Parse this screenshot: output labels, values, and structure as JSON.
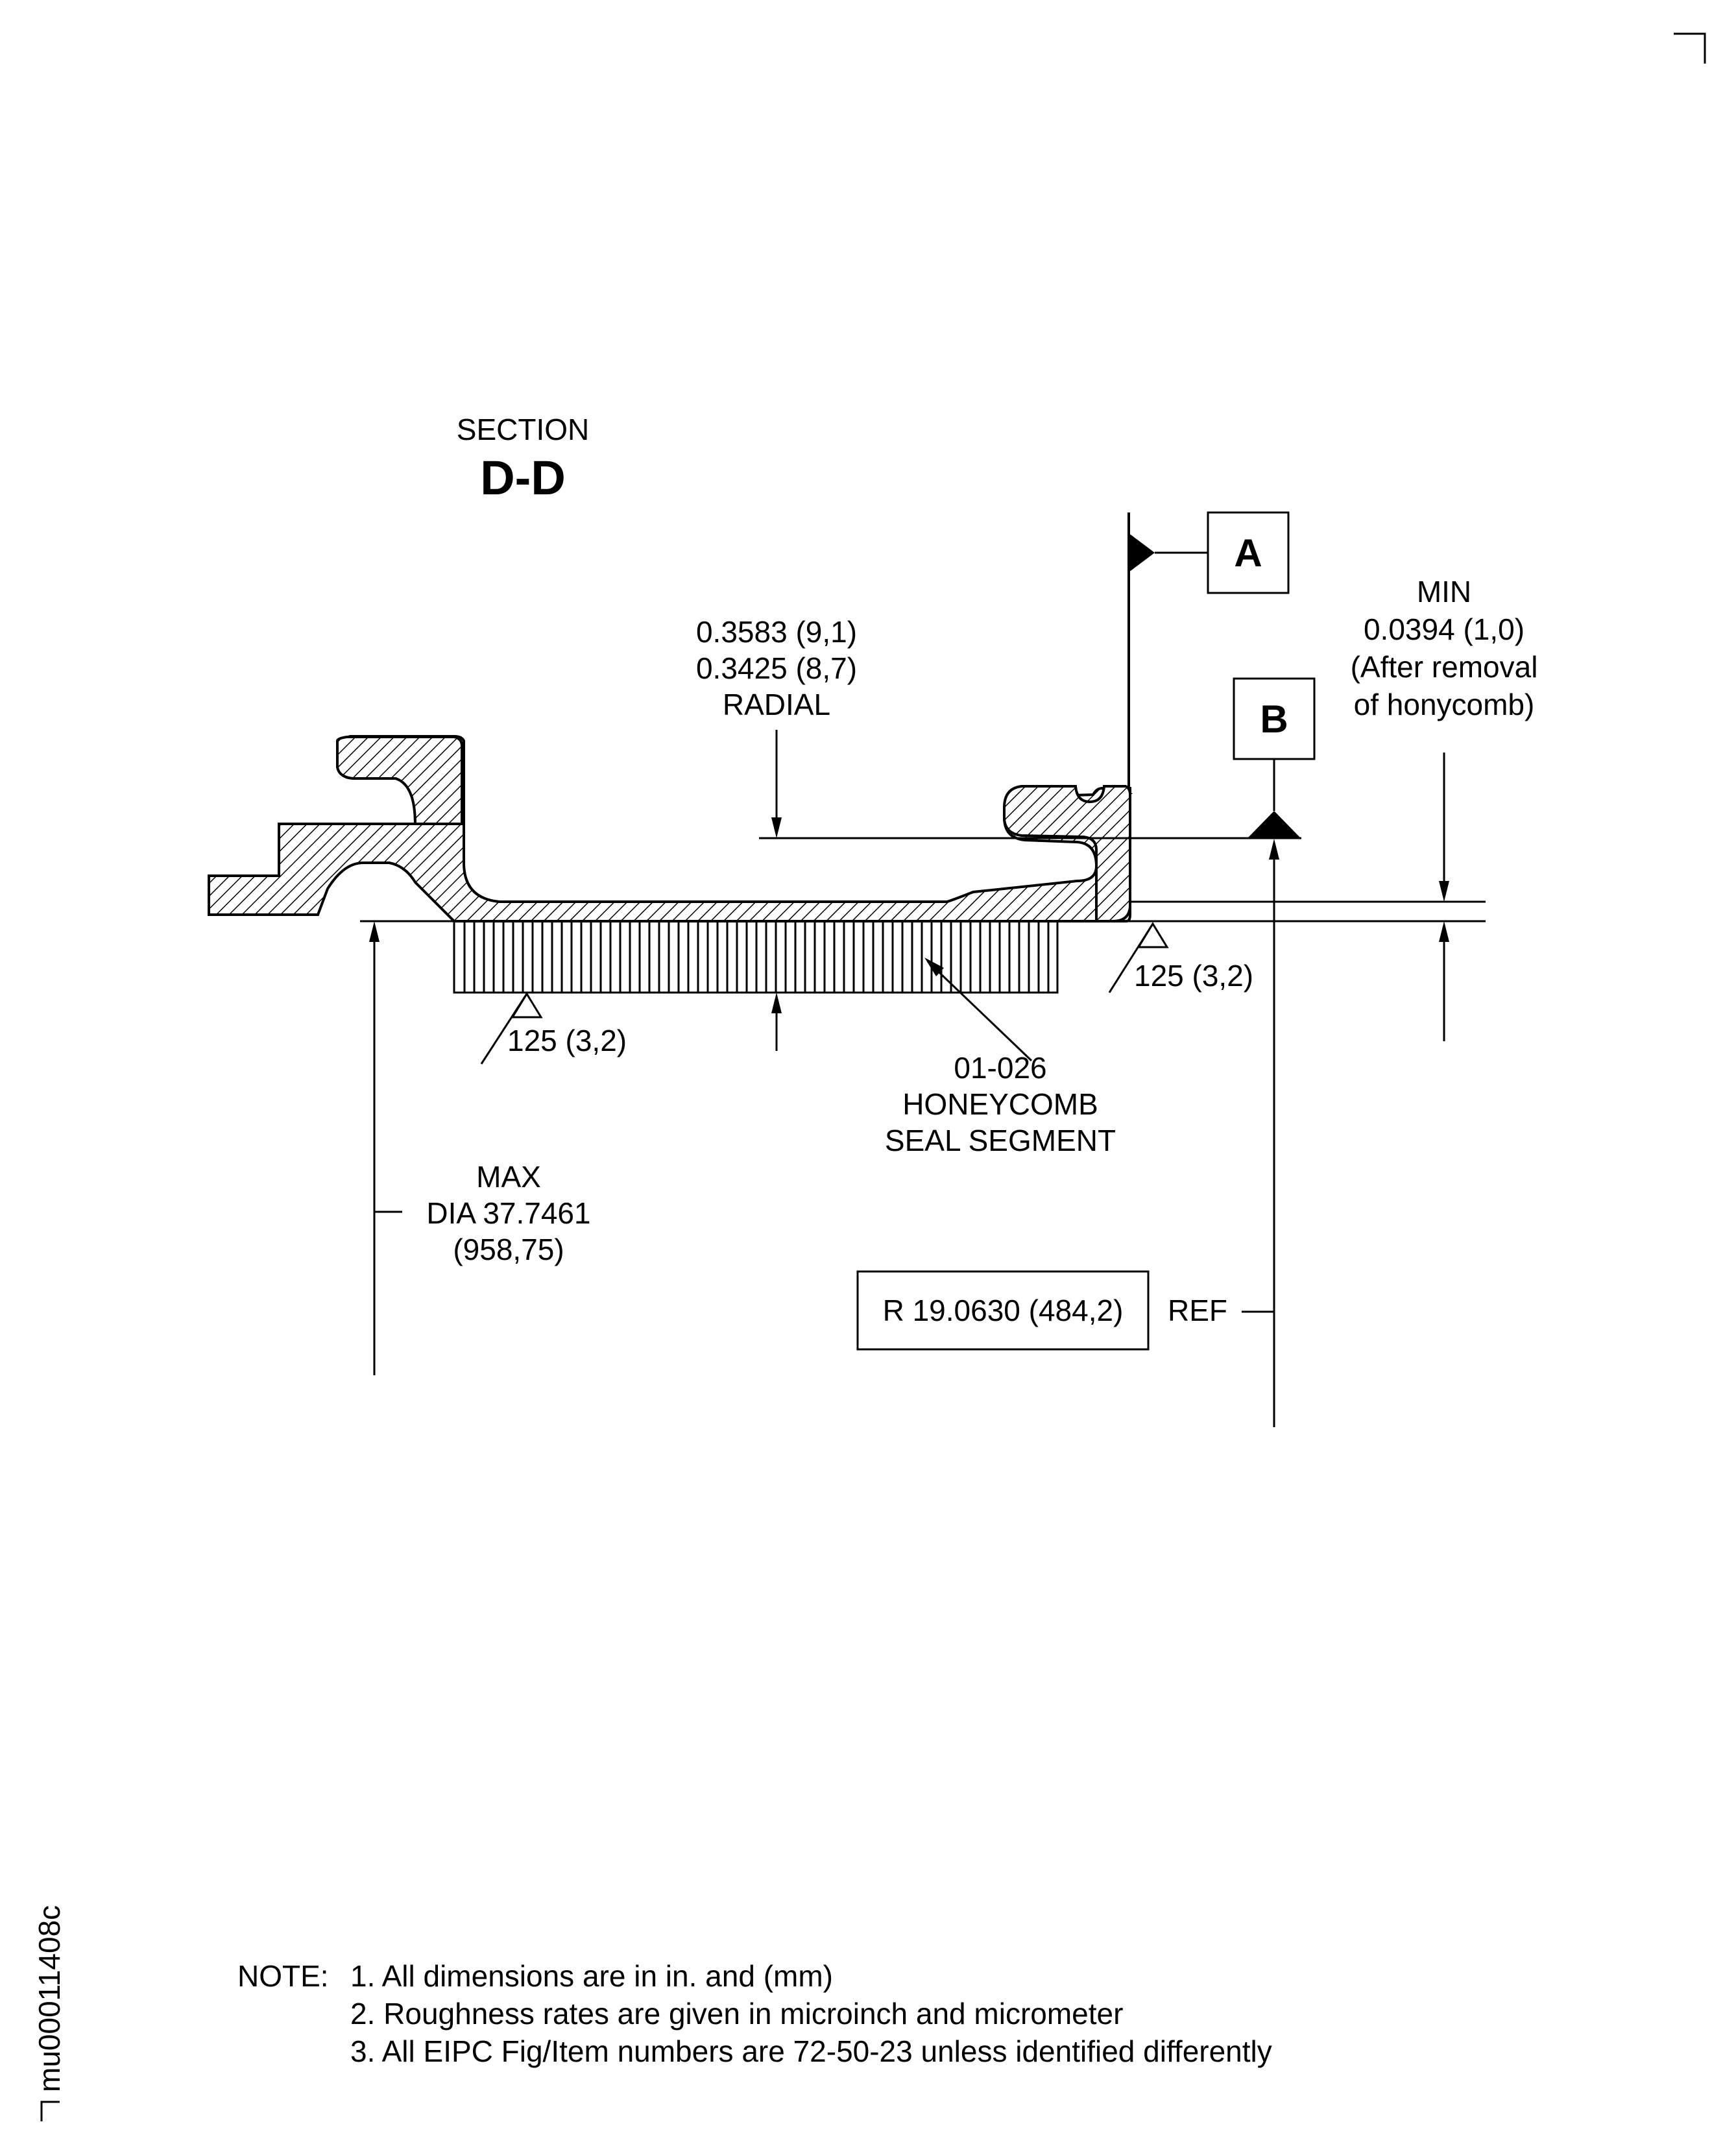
{
  "section": {
    "title": "SECTION",
    "name": "D-D"
  },
  "datums": {
    "a": "A",
    "b": "B"
  },
  "dim_radial": {
    "line1": "0.3583 (9,1)",
    "line2": "0.3425 (8,7)",
    "line3": "RADIAL"
  },
  "dim_min": {
    "line1": "MIN",
    "line2": "0.0394 (1,0)",
    "line3": "(After removal",
    "line4": "of honycomb)"
  },
  "roughness": {
    "left": "125 (3,2)",
    "right": "125 (3,2)"
  },
  "callout": {
    "line1": "01-026",
    "line2": "HONEYCOMB",
    "line3": "SEAL SEGMENT"
  },
  "dim_dia": {
    "line1": "MAX",
    "line2": "DIA 37.7461",
    "line3": "(958,75)"
  },
  "dim_radius": {
    "value": "R 19.0630 (484,2)",
    "suffix": "REF"
  },
  "notes": {
    "label": "NOTE:",
    "items": [
      "1. All dimensions are in in. and (mm)",
      "2. Roughness rates are given in microinch and micrometer",
      "3. All EIPC Fig/Item numbers are 72-50-23 unless identified differently"
    ]
  },
  "drawing_id": "mu00011408c"
}
